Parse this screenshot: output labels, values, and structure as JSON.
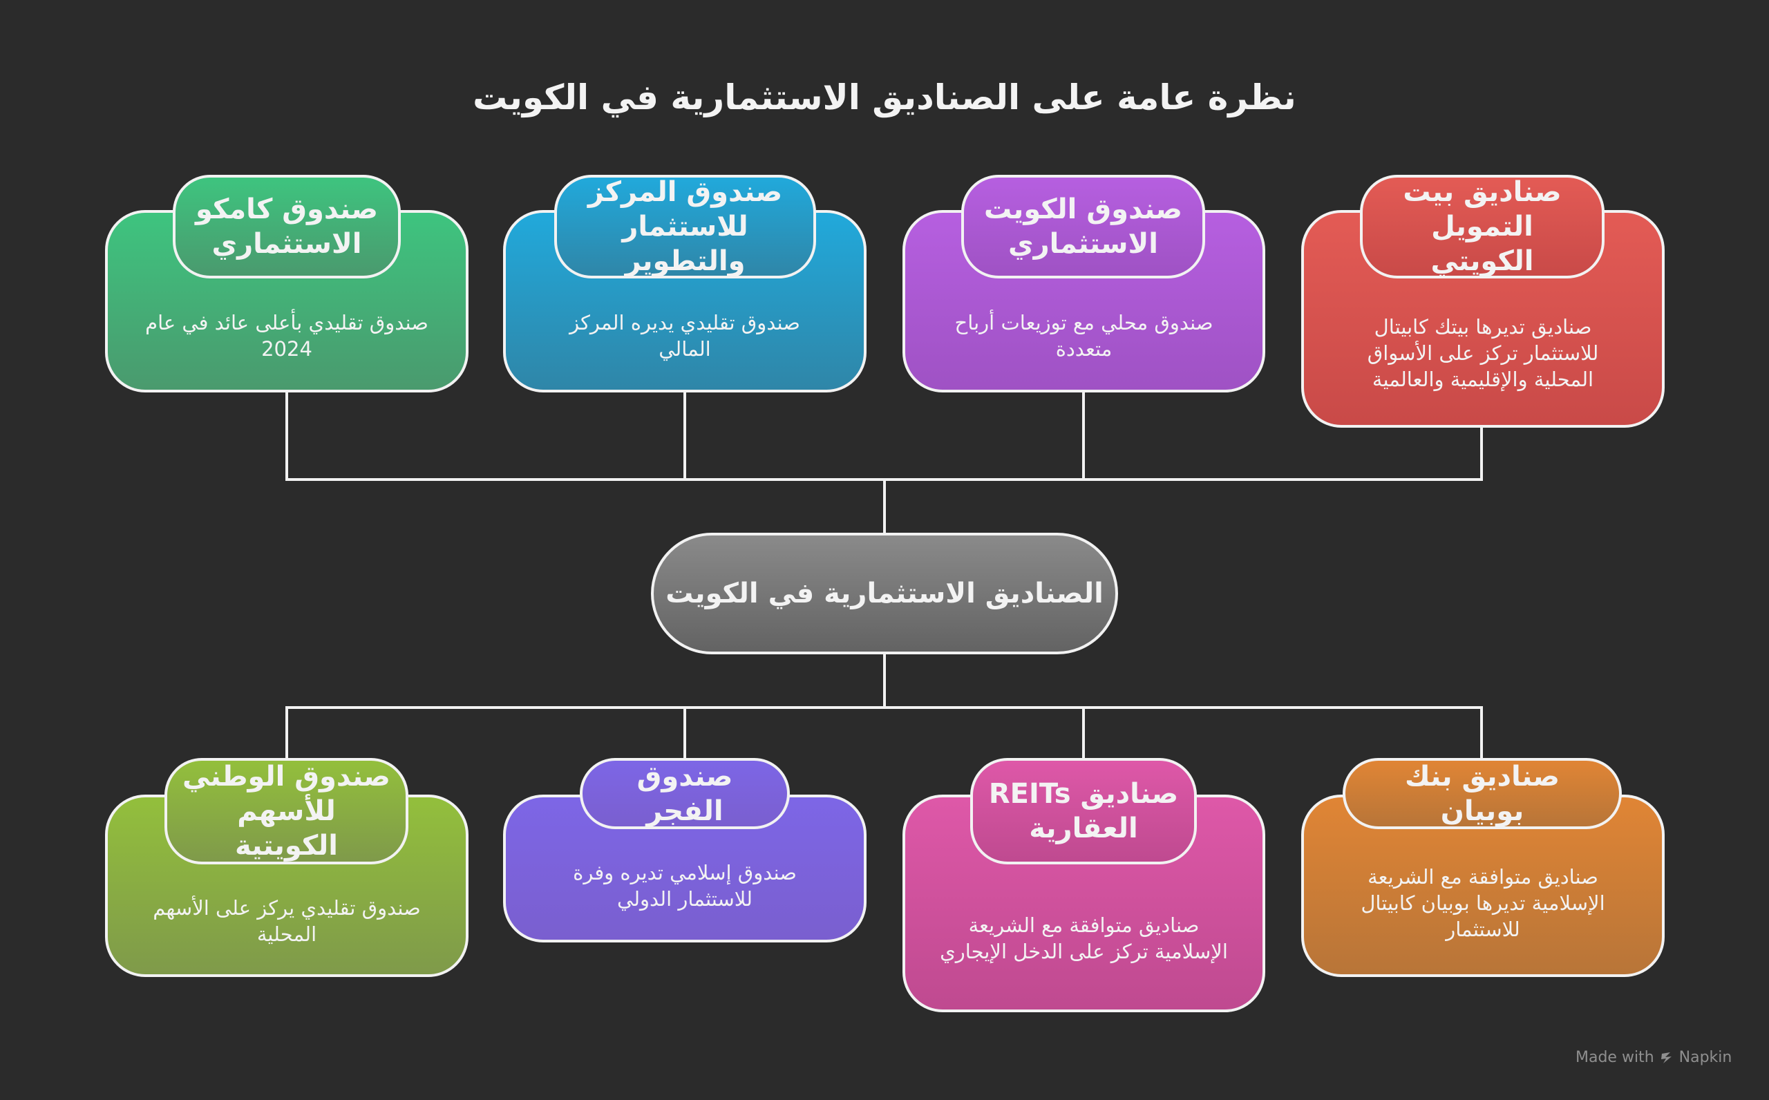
{
  "title": "نظرة عامة على الصناديق الاستثمارية في الكويت",
  "center": "الصناديق الاستثمارية في الكويت",
  "top_funds": [
    {
      "name": "صندوق كامكو الاستثماري",
      "desc": "صندوق تقليدي بأعلى عائد في عام 2024",
      "color_top": "#3ec47f",
      "color_bottom": "#4a9a6e"
    },
    {
      "name": "صندوق المركز للاستثمار والتطوير",
      "desc": "صندوق تقليدي يديره المركز المالي",
      "color_top": "#21a9db",
      "color_bottom": "#2f86a8"
    },
    {
      "name": "صندوق الكويت الاستثماري",
      "desc": "صندوق محلي مع توزيعات أرباح متعددة",
      "color_top": "#b65fe0",
      "color_bottom": "#9f52c4"
    },
    {
      "name": "صناديق بيت التمويل الكويتي",
      "desc": "صناديق تديرها بيتك كابيتال للاستثمار تركز على الأسواق المحلية والإقليمية والعالمية",
      "color_top": "#e35b55",
      "color_bottom": "#c94a48"
    }
  ],
  "bottom_funds": [
    {
      "name": "صندوق الوطني للأسهم الكويتية",
      "desc": "صندوق تقليدي يركز على الأسهم المحلية",
      "color_top": "#93bf3c",
      "color_bottom": "#7f9a4a"
    },
    {
      "name": "صندوق الفجر",
      "desc": "صندوق إسلامي تديره وفرة للاستثمار الدولي",
      "color_top": "#7d66e6",
      "color_bottom": "#7a5fcf"
    },
    {
      "name": "صناديق REITs العقارية",
      "desc": "صناديق متوافقة مع الشريعة الإسلامية تركز على الدخل الإيجاري",
      "color_top": "#de58a8",
      "color_bottom": "#bf4a90"
    },
    {
      "name": "صناديق بنك بوبيان",
      "desc": "صناديق متوافقة مع الشريعة الإسلامية تديرها بوبيان كابيتال للاستثمار",
      "color_top": "#e08535",
      "color_bottom": "#b87538"
    }
  ],
  "footer": {
    "made_with": "Made with",
    "brand": "Napkin",
    "icon": "napkin-logo-icon"
  }
}
